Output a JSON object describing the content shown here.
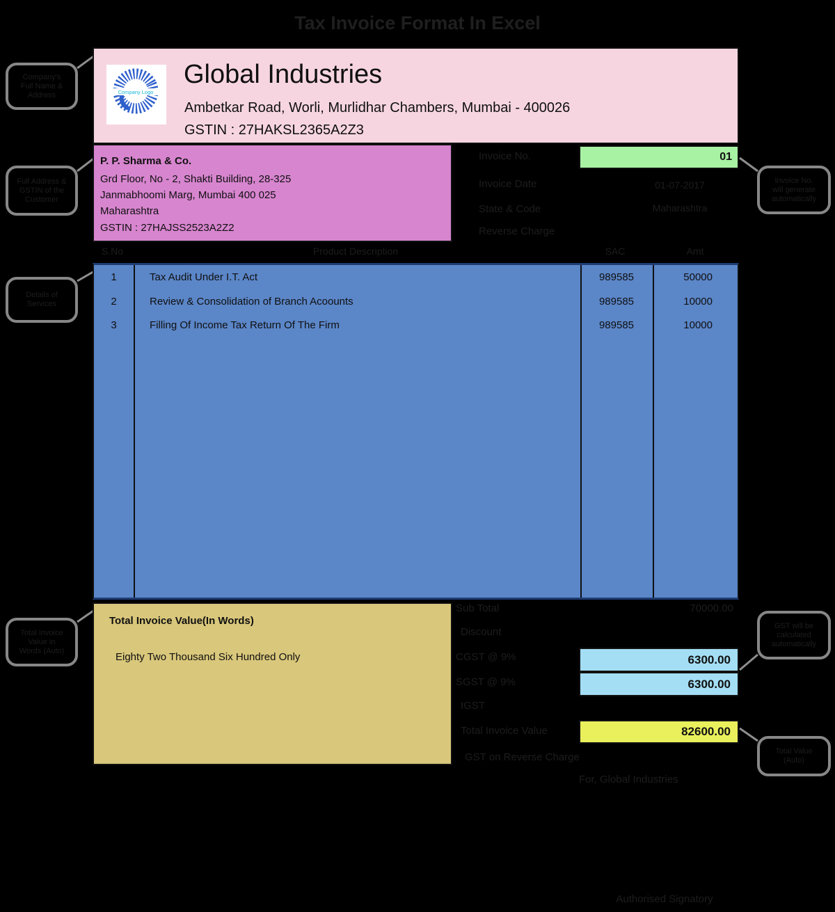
{
  "page": {
    "title": "Tax Invoice Format In Excel"
  },
  "colors": {
    "header_pink": "#f6d5e1",
    "buyer_magenta": "#d785cf",
    "table_blue": "#5b86c8",
    "invoice_no_green": "#a8f2a3",
    "gst_blue": "#a3def5",
    "total_yellow": "#e9f05c",
    "callout_gray": "#878787"
  },
  "seller": {
    "name": "Global Industries",
    "address": "Ambetkar Road, Worli, Murlidhar Chambers, Mumbai - 400026",
    "gstin_line": "GSTIN : 27HAKSL2365A2Z3",
    "logo_text": "Company Logo"
  },
  "buyer": {
    "name": "P. P. Sharma & Co.",
    "address_line1": "Grd Floor, No - 2, Shakti Building, 28-325",
    "address_line2": "Janmabhoomi Marg, Mumbai 400 025",
    "state": "Maharashtra",
    "gstin_line": "GSTIN : 27HAJSS2523A2Z2"
  },
  "meta": {
    "labels": [
      "Invoice No.",
      "Invoice Date",
      "State & Code",
      "Reverse Charge"
    ],
    "values": [
      "01",
      "01-07-2017",
      "Maharashtra",
      ""
    ]
  },
  "items": {
    "headers": {
      "sno": "S.No",
      "description": "Product Description",
      "sac": "SAC",
      "amount": "Amt"
    },
    "rows": [
      {
        "sno": "1",
        "desc": "Tax Audit Under I.T. Act",
        "sac": "989585",
        "amount": "50000"
      },
      {
        "sno": "2",
        "desc": "Review & Consolidation of Branch Acoounts",
        "sac": "989585",
        "amount": "10000"
      },
      {
        "sno": "3",
        "desc": "Filling Of Income Tax Return Of The Firm",
        "sac": "989585",
        "amount": "10000"
      }
    ]
  },
  "amount_words": {
    "title": "Total Invoice Value(In Words)",
    "text": "Eighty Two Thousand Six Hundred Only"
  },
  "totals": {
    "rows": [
      {
        "label": "Sub Total",
        "value": "70000.00"
      },
      {
        "label": "Discount",
        "value": ""
      },
      {
        "label": "CGST @ 9%",
        "value": "6300.00"
      },
      {
        "label": "SGST @ 9%",
        "value": "6300.00"
      },
      {
        "label": "IGST",
        "value": ""
      },
      {
        "label": "Total Invoice Value",
        "value": "82600.00"
      },
      {
        "label": "GST on Reverse Charge",
        "value": ""
      }
    ]
  },
  "signature": {
    "for_line": "For, Global Industries",
    "signatory": "Authorised Signatory"
  },
  "callouts": {
    "left": [
      {
        "lines": [
          "Company's",
          "Full Name &",
          "Address"
        ]
      },
      {
        "lines": [
          "Full Address &",
          "GSTIN of the",
          "Customer"
        ]
      },
      {
        "lines": [
          "Details of",
          "Services"
        ]
      },
      {
        "lines": [
          "Total Invoice",
          "Value in",
          "Words (Auto)"
        ]
      }
    ],
    "right": [
      {
        "lines": [
          "Invoice No.",
          "will generate",
          "automatically"
        ]
      },
      {
        "lines": [
          "GST will be",
          "calculated",
          "automatically"
        ]
      },
      {
        "lines": [
          "Total Value",
          "(Auto)"
        ]
      }
    ]
  }
}
